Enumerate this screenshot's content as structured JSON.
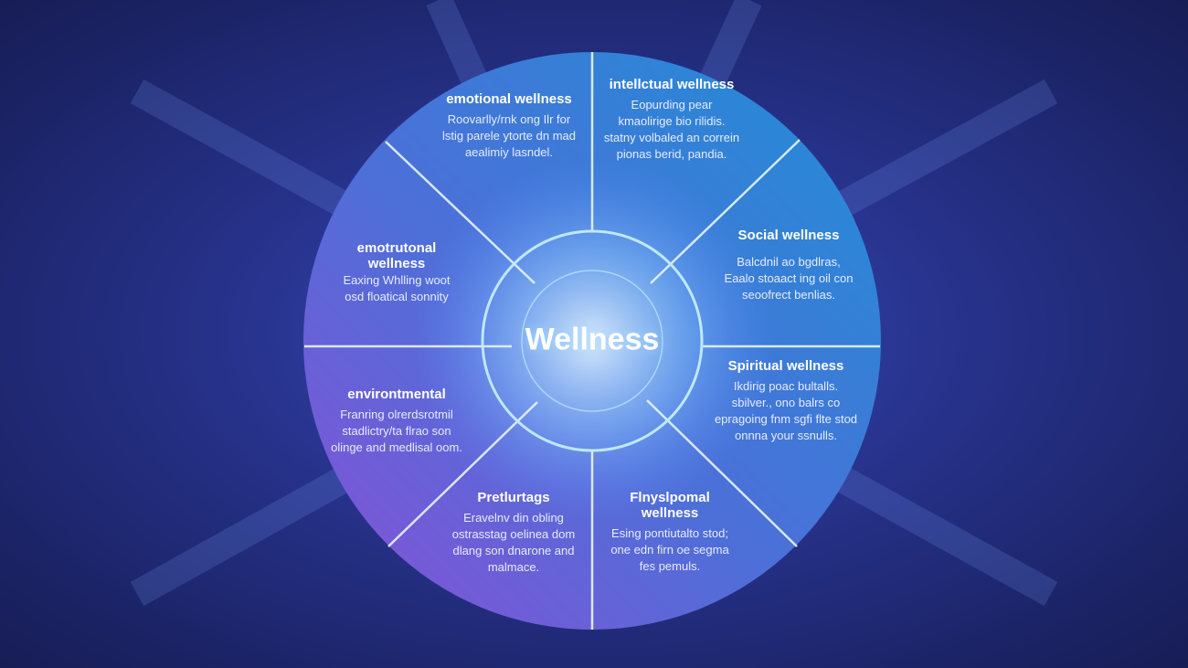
{
  "center_label": "Wellness",
  "colors": {
    "left": "#7a4fd8",
    "right": "#2a8fd8",
    "background": "#1c2468",
    "line": "#e8f4ff"
  },
  "segments": [
    {
      "title": "emotional wellness",
      "desc": "Roovarlly/rnk ong Ilr for lstig parele ytorte dn mad aealimiy lasndel."
    },
    {
      "title": "intellctual wellness",
      "desc": "Eopurding pear kmaolirige bio rilidis. statny volbaled an correin pionas berid, pandia."
    },
    {
      "title": "Social wellness",
      "desc": "Balcdnil ao bgdlras, Eaalo stoaact ing oil con seoofrect benlias."
    },
    {
      "title": "Spiritual wellness",
      "desc": "Ikdirig poac bultalls. sbilver., ono balrs co epragoing fnm sgfi flte stod onnna your ssnulls."
    },
    {
      "title": "Flnyslpomal wellness",
      "desc": "Esing pontiutalto stod; one edn firn oe segma fes pemuls."
    },
    {
      "title": "Pretlurtags",
      "desc": "Eravelnv din obling ostrasstag oelinea dom dlang son dnarone and malmace."
    },
    {
      "title": "environtmental",
      "desc": "Franring olrerdsrotmil stadlictry/ta flrao son olinge and medlisal oom."
    },
    {
      "title": "emotrutonal wellness",
      "desc": "Eaxing Whlling woot osd floatical sonnity"
    }
  ]
}
